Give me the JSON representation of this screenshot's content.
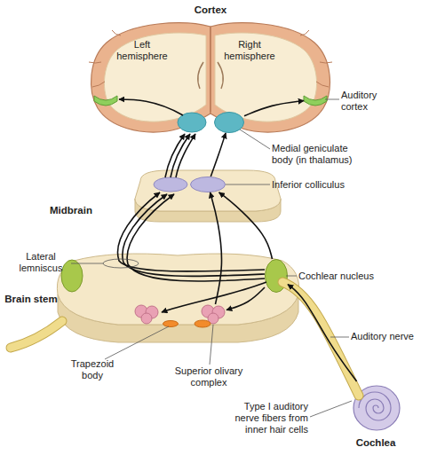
{
  "diagram": {
    "nodes": [
      {
        "text": [
          "Cortex"
        ]
      },
      {
        "text": [
          "Left hemisphere"
        ],
        "in": 0
      },
      {
        "text": [
          "Right hemisphere"
        ],
        "in": 0
      },
      {
        "text": [
          "Auditory cortex"
        ],
        "in": 2
      },
      {
        "text": [
          "Medial geniculate body (in thalamus)"
        ],
        "in": 2
      },
      {
        "text": [
          "Midbrain"
        ]
      },
      {
        "text": [
          "Inferior colliculus"
        ],
        "in": 5
      },
      {
        "text": [
          "Brain stem"
        ]
      },
      {
        "text": [
          "Cochlear nucleus"
        ],
        "in": 7
      },
      {
        "text": [
          "Trapezoid body"
        ],
        "in": 7
      },
      {
        "text": [
          "Superior olivary complex"
        ],
        "in": 7
      },
      {
        "text": [
          "Cochlea"
        ]
      }
    ],
    "edges": [
      {
        "from": 11,
        "to": 8,
        "arrow": "to"
      },
      {
        "from": 8,
        "to": 10,
        "arrow": "to"
      },
      {
        "from": 8,
        "to": 6,
        "arrow": "to"
      },
      {
        "from": 10,
        "to": 6,
        "arrow": "to"
      },
      {
        "from": 6,
        "to": 4,
        "arrow": "to"
      },
      {
        "from": 4,
        "to": 3,
        "arrow": "to"
      }
    ],
    "labels": [
      "Lateral lemniscus",
      "Auditory nerve",
      "Type I auditory nerve fibers from inner hair cells"
    ]
  }
}
